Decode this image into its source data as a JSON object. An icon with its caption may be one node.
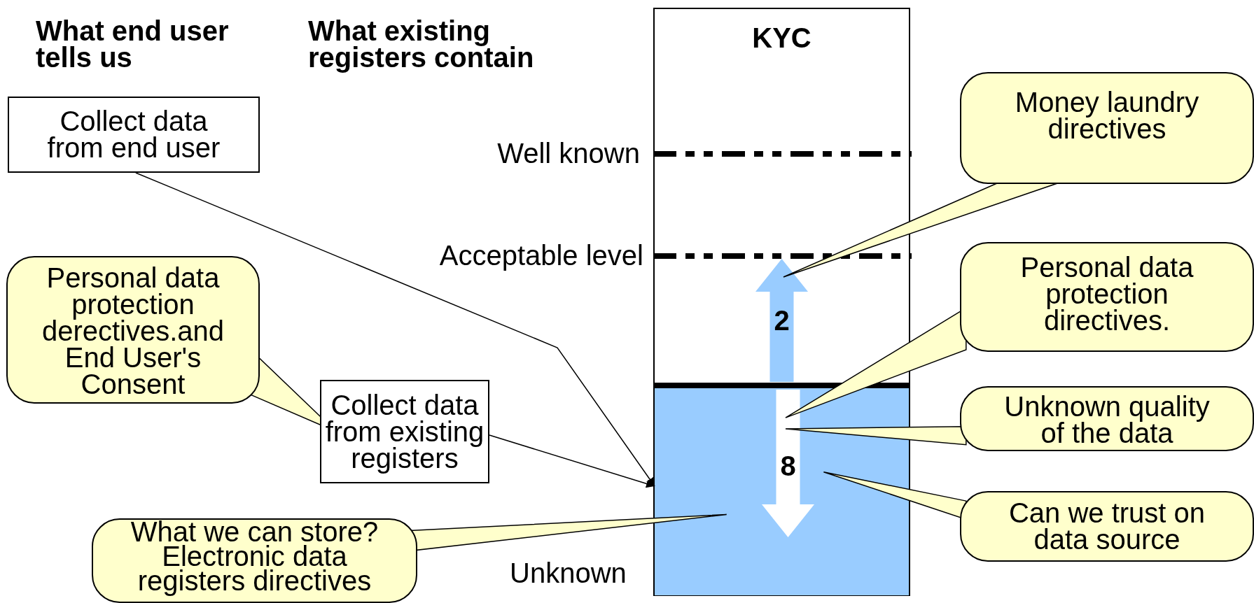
{
  "diagram": {
    "nodes": [
      {
        "text": [
          "KYC"
        ]
      },
      {
        "text": [
          "2"
        ],
        "in": 0
      },
      {
        "text": [],
        "shape": "box",
        "in": 0
      },
      {
        "text": [
          "8"
        ],
        "in": 2
      },
      {
        "text": [
          "Collect data from end user"
        ]
      },
      {
        "text": [
          "Personal data protection derectives.and End User's Consent"
        ]
      },
      {
        "text": [
          "Collect data from existing registers"
        ]
      },
      {
        "text": [
          "What we can store? Electronic data registers directives"
        ]
      },
      {
        "text": [
          "Money laundry directives"
        ]
      },
      {
        "text": [
          "Personal data protection directives."
        ]
      },
      {
        "text": [
          "Unknown quality of the data"
        ]
      },
      {
        "text": [
          "Can we trust on data source"
        ]
      }
    ],
    "edges": [
      {
        "from": 4,
        "to": 2,
        "arrow": "to"
      },
      {
        "from": 6,
        "to": 2,
        "arrow": "to"
      },
      {
        "from": 5,
        "to": 6,
        "arrow": "none"
      },
      {
        "from": 7,
        "to": 2,
        "arrow": "none"
      },
      {
        "from": 8,
        "to": 1,
        "arrow": "none"
      },
      {
        "from": 9,
        "to": 3,
        "arrow": "none"
      },
      {
        "from": 10,
        "to": 3,
        "arrow": "none"
      },
      {
        "from": 11,
        "to": 2,
        "arrow": "none"
      }
    ],
    "labels": [
      "What end user tells us",
      "What existing registers contain",
      "Well known",
      "Acceptable level",
      "Unknown"
    ]
  }
}
